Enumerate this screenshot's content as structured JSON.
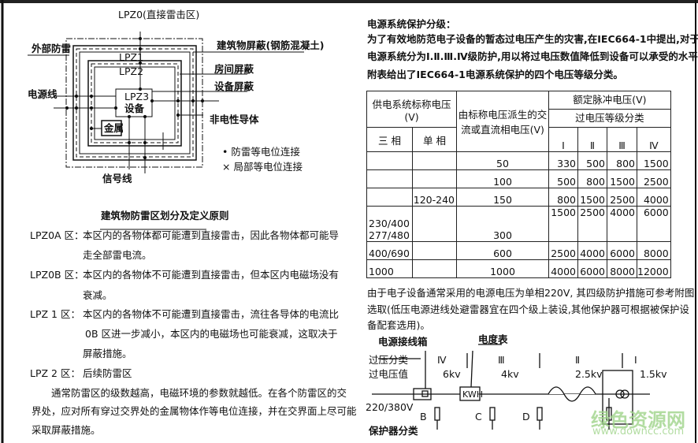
{
  "diagram": {
    "title": "LPZ0(直接雷击区)",
    "external": "外部防雷",
    "building_shield": "建筑物屏蔽(钢筋混凝土)",
    "room_shield": "房间屏蔽",
    "device_shield": "设备屏蔽",
    "power_line": "电源线",
    "non_electric": "非电性导体",
    "signal_line": "信号线",
    "lpz1": "LPZ1",
    "lpz2": "LPZ2",
    "lpz3": "LPZ3",
    "device": "设备",
    "metal": "金属",
    "legend": [
      "• 防雷等电位连接",
      "× 局部等电位连接"
    ]
  },
  "left_text": {
    "heading": "建筑物防雷区划分及定义原则",
    "items": [
      {
        "label": "LPZ0A 区：",
        "lines": [
          "本区内的各物体都可能遭到直接雷击，因此各物体都可能导",
          "走全部雷电流。"
        ]
      },
      {
        "label": "LPZ0B 区：",
        "lines": [
          "本区内的各物体不可能遭到直接雷击，但本区内电磁场没有",
          "衰减。"
        ]
      },
      {
        "label": "LPZ 1 区：",
        "lines": [
          "本区内的各物体不可能遭到直接雷击，流往各导体的电流比",
          "0B 区进一步减小，本区内的电磁场也可能衰减，这取决于",
          "屏蔽措施。"
        ]
      },
      {
        "label": "LPZ 2 区：",
        "lines": [
          "后续防雷区"
        ]
      }
    ],
    "paragraph": [
      "通常防雷区的级数越高，电磁环境的参数就越低。在各个防雷区的交",
      "界处，应对所有穿过交界处的金属物体作等电位连接，并在交界面上尽可能",
      "采取屏蔽措施。"
    ]
  },
  "right_text": {
    "heading": "电源系统保护分级：",
    "lines": [
      "为了有效地防范电子设备的暂态过电压产生的灾害,在IEC664-1中提出,对于",
      "电源系统分为Ⅰ.Ⅱ.Ⅲ.Ⅳ级防护,用以将过电压数值降低到设备可以承受的水平",
      "附表给出了IEC664-1电源系统保护的四个电压等级分类。"
    ],
    "after": [
      "由于电子设备通常采用的电源电压为单相220V, 其四级防护措施可参考附图",
      "选取(低压电源进线处避雷器宜在四个级上装设,其他保护器可根据被保护设",
      "备配套选用)。"
    ]
  },
  "table": {
    "h_supply": "供电系统标称电压(V)",
    "h_three": "三 相",
    "h_single": "单 相",
    "h_derived": [
      "由标称电压派生的交",
      "流或直流相电压(V)"
    ],
    "h_impulse": "额定脉冲电压(V)",
    "h_category": "过电压等级分类",
    "h_levels": [
      "Ⅰ",
      "Ⅱ",
      "Ⅲ",
      "Ⅳ"
    ],
    "rows": [
      {
        "three": "",
        "single": "",
        "derived": "50",
        "v": [
          "330",
          "500",
          "800",
          "1500"
        ]
      },
      {
        "three": "",
        "single": "",
        "derived": "100",
        "v": [
          "500",
          "800",
          "1500",
          "2500"
        ]
      },
      {
        "three": "",
        "single": "120-240",
        "derived": "150",
        "v": [
          "800",
          "1500",
          "2500",
          "4000"
        ]
      },
      {
        "three": "230/400\n277/480",
        "single": "",
        "derived": "300",
        "v": [
          "1500",
          "2500",
          "4000",
          "6000"
        ]
      },
      {
        "three": "400/690",
        "single": "",
        "derived": "600",
        "v": [
          "2500",
          "4000",
          "6000",
          "8000"
        ]
      },
      {
        "three": "1000",
        "single": "",
        "derived": "1000",
        "v": [
          "4000",
          "6000",
          "8000",
          "12000"
        ]
      }
    ]
  },
  "circuit": {
    "junction_box": "电源接线箱",
    "meter": "电度表",
    "category_label": "过压分类",
    "value_label": "过电压值",
    "levels": [
      {
        "roman": "Ⅳ",
        "kv": "6kv"
      },
      {
        "roman": "Ⅲ",
        "kv": "4kv"
      },
      {
        "roman": "Ⅱ",
        "kv": "2.5kv"
      },
      {
        "roman": "Ⅰ",
        "kv": "1.5kv"
      }
    ],
    "kwh": "KWH",
    "supply": "220/380V",
    "protector_label": "保护器分类",
    "protectors": [
      "B",
      "C",
      "D"
    ]
  },
  "watermark": {
    "name": "绿色资源网",
    "url": "www.downcc.com"
  }
}
